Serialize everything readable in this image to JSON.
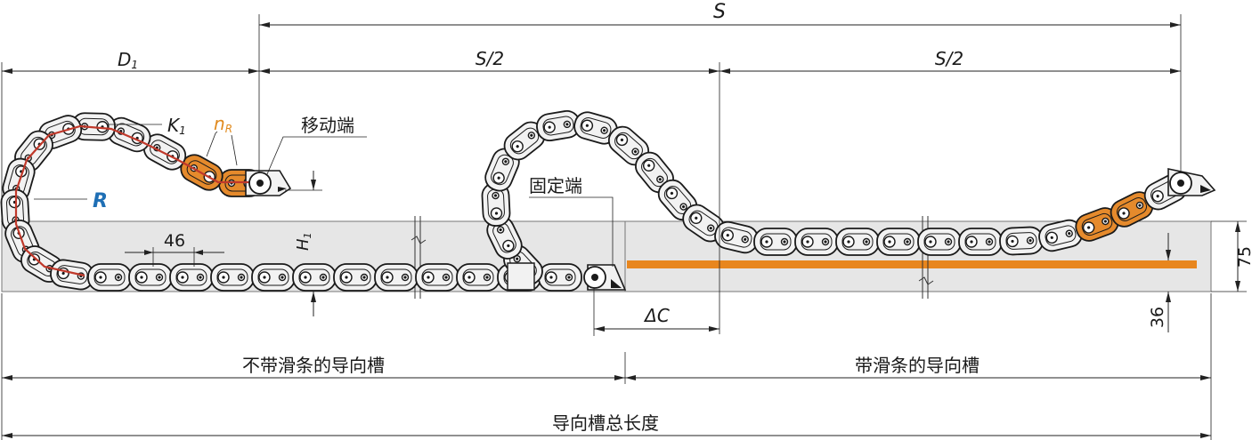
{
  "labels": {
    "stroke_s": "S",
    "half_stroke_left": "S/2",
    "half_stroke_right": "S/2",
    "d1": "D",
    "d1_sub": "1",
    "k1": "K",
    "k1_sub": "1",
    "nr": "n",
    "nr_sub": "R",
    "radius_r": "R",
    "h1": "H",
    "h1_sub": "1",
    "pitch_46": "46",
    "moving_end": "移动端",
    "fixed_end": "固定端",
    "delta_c": "ΔC",
    "height_75": "75",
    "height_36": "36",
    "trough_no_glide": "不带滑条的导向槽",
    "trough_glide": "带滑条的导向槽",
    "trough_total": "导向槽总长度"
  },
  "colors": {
    "trough_fill": "#e6e6e6",
    "trough_stroke": "#555555",
    "glide_bar": "#e8861e",
    "orange_link": "#e58a2c",
    "radius_line": "#c0392b",
    "r_label": "#1f6fb5",
    "nr_label": "#e08a1e",
    "chain_fill": "#f2f2f2",
    "chain_stroke": "#1a1a1a"
  }
}
